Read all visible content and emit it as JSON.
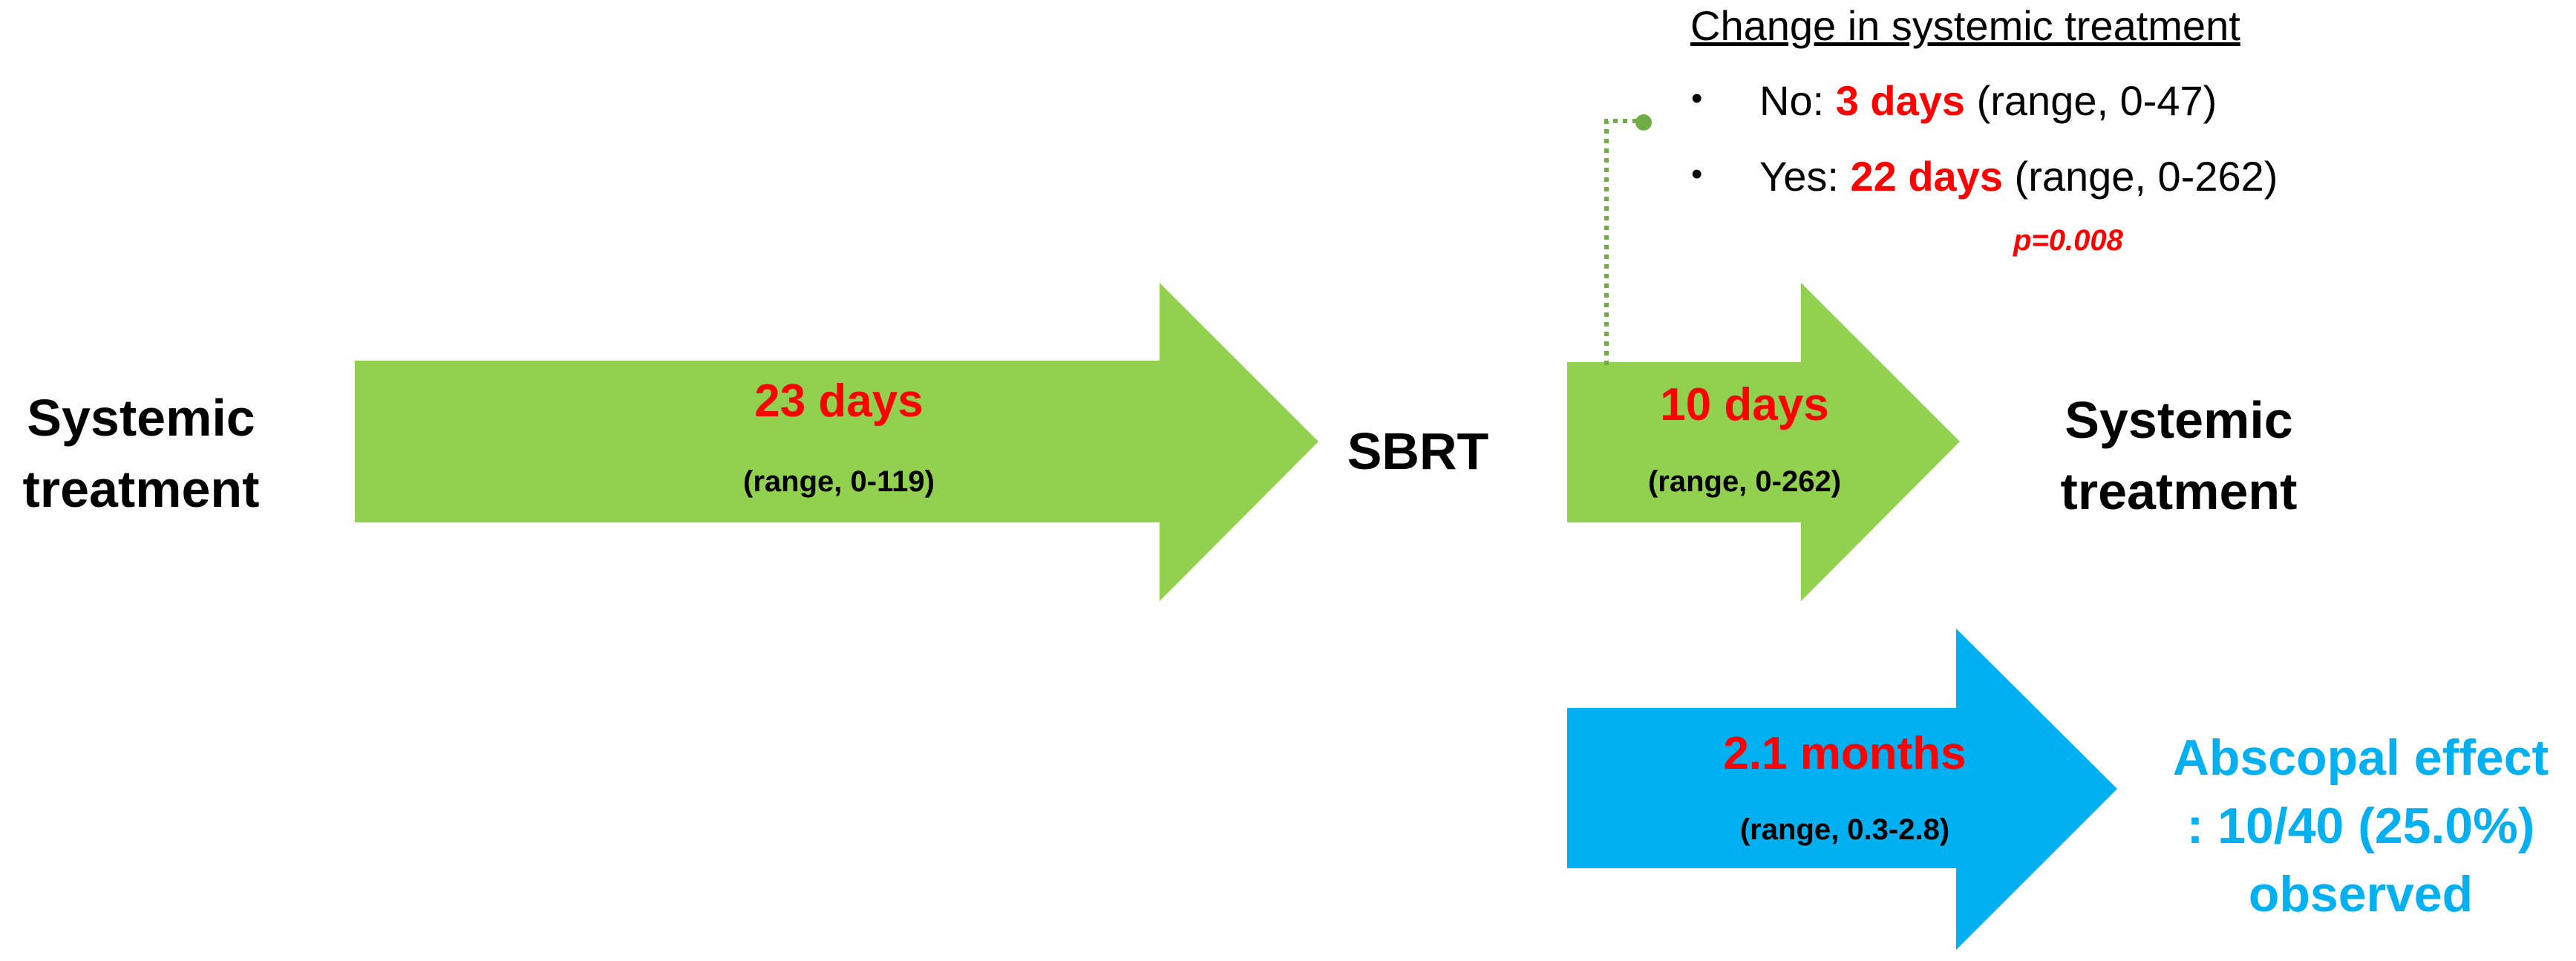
{
  "colors": {
    "green_arrow": "#92d050",
    "blue_arrow": "#00b0f0",
    "highlight_red": "#ff0000",
    "connector_green": "#70ad47",
    "abscopal_text": "#00b0f0"
  },
  "nodes": {
    "start": "Systemic treatment",
    "middle": "SBRT",
    "end": "Systemic treatment"
  },
  "arrows": {
    "first": {
      "duration": "23 days",
      "range": "(range, 0-119)"
    },
    "second": {
      "duration": "10 days",
      "range": "(range, 0-262)"
    },
    "third": {
      "duration": "2.1 months",
      "range": "(range, 0.3-2.8)"
    }
  },
  "note": {
    "title": "Change in systemic treatment",
    "items": [
      {
        "prefix": "No: ",
        "value": "3 days",
        "suffix": " (range, 0-47)"
      },
      {
        "prefix": "Yes: ",
        "value": "22 days",
        "suffix": " (range, 0-262)"
      }
    ],
    "bullet": "•",
    "p_value": "p=0.008"
  },
  "abscopal": {
    "line1": "Abscopal effect",
    "line2": ": 10/40 (25.0%)",
    "line3": "observed"
  }
}
